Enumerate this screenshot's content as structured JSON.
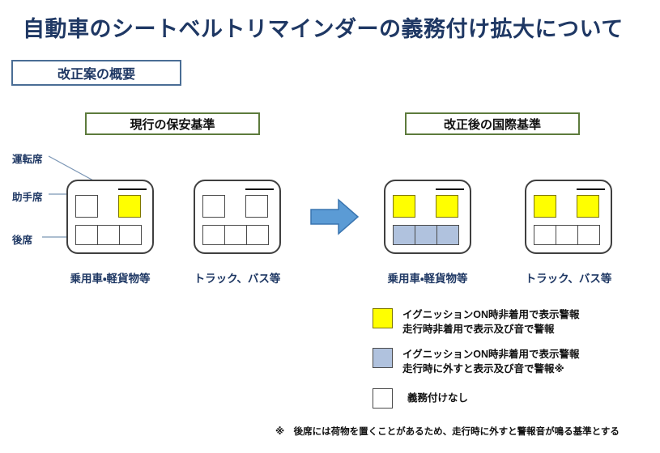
{
  "slide": {
    "title": "自動車のシートベルトリマインダーの義務付け拡大について",
    "section_label": "改正案の概要",
    "footnote": "※　後席には荷物を置くことがあるため、走行時に外すと警報音が鳴る基準とする"
  },
  "callouts": {
    "driver": "運転席",
    "passenger": "助手席",
    "rear": "後席"
  },
  "panels": {
    "current": {
      "header": "現行の保安基準",
      "vehicles": [
        {
          "caption": "乗用車・軽貨物等",
          "front_seats": [
            "white",
            "yellow"
          ],
          "rear_seats": [
            "white",
            "white",
            "white"
          ]
        },
        {
          "caption": "トラック、バス等",
          "front_seats": [
            "white",
            "white"
          ],
          "rear_seats": [
            "white",
            "white",
            "white"
          ]
        }
      ]
    },
    "revised": {
      "header": "改正後の国際基準",
      "vehicles": [
        {
          "caption": "乗用車・軽貨物等",
          "front_seats": [
            "yellow",
            "yellow"
          ],
          "rear_seats": [
            "blue",
            "blue",
            "blue"
          ]
        },
        {
          "caption": "トラック、バス等",
          "front_seats": [
            "yellow",
            "yellow"
          ],
          "rear_seats": [
            "white",
            "white",
            "white"
          ]
        }
      ]
    }
  },
  "legend": [
    {
      "swatch": "yellow",
      "line1": "イグニッションON時非着用で表示警報",
      "line2": "走行時非着用で表示及び音で警報"
    },
    {
      "swatch": "blue",
      "line1": "イグニッションON時非着用で表示警報",
      "line2": "走行時に外すと表示及び音で警報※"
    },
    {
      "swatch": "white",
      "line1": "義務付けなし",
      "line2": ""
    }
  ],
  "colors": {
    "title_navy": "#1F3864",
    "section_border_blue": "#4A6D95",
    "panel_border_green": "#5D7B3C",
    "seat_yellow": "#FFFF00",
    "seat_blue": "#B0C2DE",
    "seat_white": "#FFFFFF",
    "arrow_blue": "#5B9BD5",
    "arrow_border": "#3A75B0",
    "leader_line": "#7b96b5"
  }
}
